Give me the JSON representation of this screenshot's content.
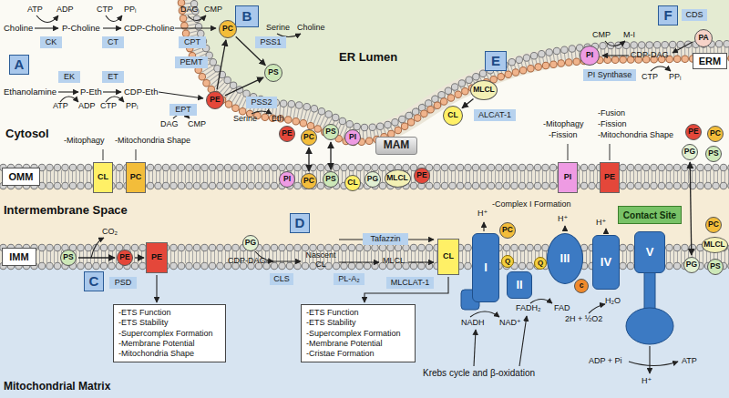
{
  "diagram": {
    "nodes": [
      {
        "text": [
          "A"
        ]
      },
      {
        "text": [
          "CK"
        ]
      },
      {
        "text": [
          "CT"
        ]
      },
      {
        "text": [
          "EK"
        ]
      },
      {
        "text": [
          "ET"
        ]
      },
      {
        "text": [
          "B"
        ]
      },
      {
        "text": [
          "CPT"
        ]
      },
      {
        "text": [
          "PEMT"
        ]
      },
      {
        "text": [
          "EPT"
        ]
      },
      {
        "text": [
          "PSS1"
        ]
      },
      {
        "text": [
          "PSS2"
        ]
      },
      {
        "text": [
          "PC"
        ]
      },
      {
        "text": [
          "PE"
        ]
      },
      {
        "text": [
          "PS"
        ]
      },
      {
        "text": [
          "E"
        ]
      },
      {
        "text": [
          "MLCL"
        ]
      },
      {
        "text": [
          "CL"
        ]
      },
      {
        "text": [
          "ALCAT-1"
        ]
      },
      {
        "text": [
          "F"
        ]
      },
      {
        "text": [
          "PI"
        ]
      },
      {
        "text": [
          "PI Synthase"
        ]
      },
      {
        "text": [
          "CDS"
        ]
      },
      {
        "text": [
          "PA"
        ]
      },
      {
        "text": [
          "ERM"
        ]
      },
      {
        "text": [
          "MAM"
        ]
      },
      {
        "text": [
          "OMM"
        ]
      },
      {
        "text": [
          "CL"
        ]
      },
      {
        "text": [
          "PC"
        ]
      },
      {
        "text": [
          "PE"
        ]
      },
      {
        "text": [
          "PC"
        ]
      },
      {
        "text": [
          "PS"
        ]
      },
      {
        "text": [
          "PI"
        ]
      },
      {
        "text": [
          "PI"
        ]
      },
      {
        "text": [
          "PC"
        ]
      },
      {
        "text": [
          "PS"
        ]
      },
      {
        "text": [
          "CL"
        ]
      },
      {
        "text": [
          "PG"
        ]
      },
      {
        "text": [
          "MLCL"
        ]
      },
      {
        "text": [
          "PE"
        ]
      },
      {
        "text": [
          "PI"
        ]
      },
      {
        "text": [
          "PE"
        ]
      },
      {
        "text": [
          "PE"
        ]
      },
      {
        "text": [
          "PC"
        ]
      },
      {
        "text": [
          "PG"
        ]
      },
      {
        "text": [
          "PS"
        ]
      },
      {
        "text": [
          "Contact Site"
        ]
      },
      {
        "text": [
          "PC"
        ]
      },
      {
        "text": [
          "MLCL"
        ]
      },
      {
        "text": [
          "PG"
        ]
      },
      {
        "text": [
          "PS"
        ]
      },
      {
        "text": [
          "IMM"
        ]
      },
      {
        "text": [
          "PS"
        ]
      },
      {
        "text": [
          "C"
        ]
      },
      {
        "text": [
          "PSD"
        ]
      },
      {
        "text": [
          "PE"
        ]
      },
      {
        "text": [
          "PE"
        ]
      },
      {
        "text": [
          "-ETS Function",
          "-ETS Stability",
          "-Supercomplex Formation",
          "-Membrane Potential",
          "-Mitochondria Shape"
        ]
      },
      {
        "text": [
          "PG"
        ]
      },
      {
        "text": [
          "D"
        ]
      },
      {
        "text": [
          "CLS"
        ]
      },
      {
        "text": [
          "Tafazzin"
        ]
      },
      {
        "text": [
          "PL-A₂"
        ]
      },
      {
        "text": [
          "MLCLAT-1"
        ]
      },
      {
        "text": [
          "CL"
        ]
      },
      {
        "text": [
          "-ETS Function",
          "-ETS Stability",
          "-Supercomplex Formation",
          "-Membrane Potential",
          "-Cristae Formation"
        ]
      },
      {
        "text": [
          "I"
        ]
      },
      {
        "text": [
          "PC"
        ]
      },
      {
        "text": [
          "Q"
        ]
      },
      {
        "text": [
          "II"
        ]
      },
      {
        "text": [
          "Q"
        ]
      },
      {
        "text": [
          "III"
        ]
      },
      {
        "text": [
          "c"
        ]
      },
      {
        "text": [
          "IV"
        ]
      },
      {
        "text": [
          "V"
        ]
      }
    ],
    "edges": [
      {
        "from": 12,
        "to": 11,
        "arrow": "to"
      },
      {
        "from": 11,
        "to": 13,
        "arrow": "to"
      },
      {
        "from": 12,
        "to": 13,
        "arrow": "to"
      },
      {
        "from": 15,
        "to": 16,
        "arrow": "to"
      },
      {
        "from": 29,
        "to": 33,
        "arrow": "both"
      },
      {
        "from": 30,
        "to": 34,
        "arrow": "both"
      },
      {
        "from": 43,
        "to": 48,
        "arrow": "both"
      },
      {
        "from": 51,
        "to": 54,
        "arrow": "to"
      },
      {
        "from": 54,
        "to": 55,
        "arrow": "to"
      }
    ],
    "labels": [
      "ATP",
      "ADP",
      "CTP",
      "PPᵢ",
      "Choline",
      "P-Choline",
      "CDP-Choline",
      "Ethanolamine",
      "P-Eth",
      "CDP-Eth",
      "ATP",
      "ADP",
      "CTP",
      "PPᵢ",
      "DAG",
      "CMP",
      "Serine",
      "Choline",
      "DAG",
      "CMP",
      "Serine",
      "Eth",
      "ER Lumen",
      "Cytosol",
      "-Mitophagy",
      "-Mitochondria Shape",
      "CMP",
      "M-I",
      "CDP-DAG",
      "CTP",
      "PPᵢ",
      "-Mitophagy",
      "-Fission",
      "-Fusion",
      "-Fission",
      "-Mitochondria Shape",
      "Intermembrane Space",
      "CO₂",
      "-Complex I Formation",
      "H⁺",
      "H⁺",
      "H⁺",
      "CDP-DAG",
      "Nascent CL",
      "MLCL",
      "NADH",
      "NAD⁺",
      "FADH₂",
      "FAD",
      "2H + ½O2",
      "H₂O",
      "ADP + Pi",
      "ATP",
      "H⁺",
      "Krebs cycle and β-oxidation",
      "Mitochondrial Matrix"
    ]
  }
}
